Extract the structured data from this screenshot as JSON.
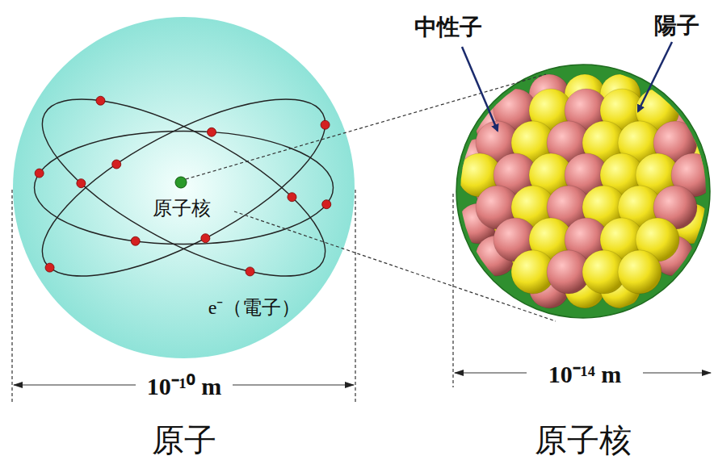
{
  "diagram": {
    "nodes": [
      {
        "text": [
          "原子核",
          "e⁻（電子）",
          "原子"
        ]
      },
      {
        "text": [
          "原子核"
        ]
      }
    ],
    "labels": [
      "中性子",
      "陽子",
      "10⁻¹⁰ m",
      "10⁻¹⁴ m"
    ]
  }
}
